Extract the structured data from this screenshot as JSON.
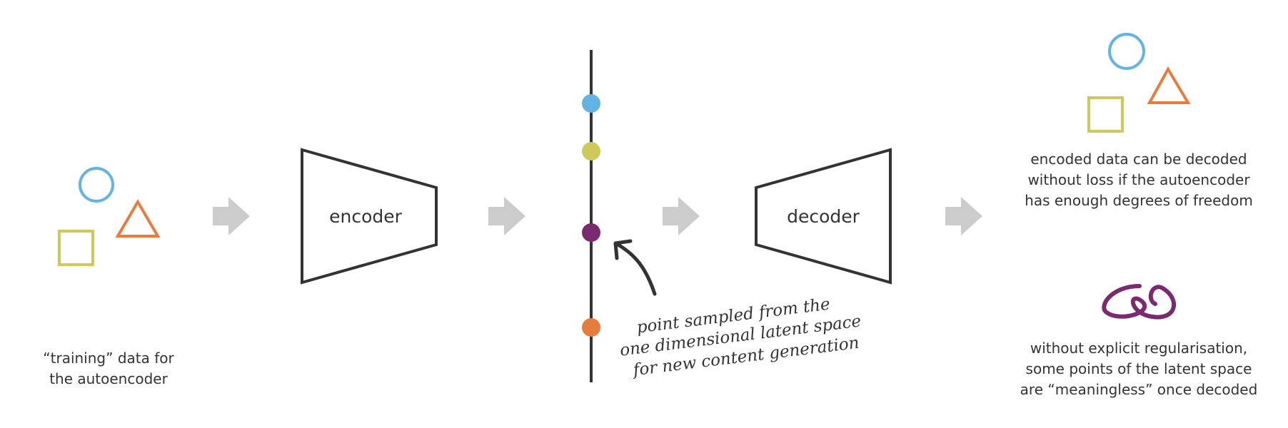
{
  "colors": {
    "blue": "#63b3e3",
    "orange": "#e67c3d",
    "olive": "#cfc95a",
    "purple": "#7a2b6f",
    "arrow": "#cccccc",
    "line": "#333333"
  },
  "encoder": {
    "label": "encoder"
  },
  "decoder": {
    "label": "decoder"
  },
  "captions": {
    "training": [
      "“training” data for",
      "the autoencoder"
    ],
    "decoded": [
      "encoded data can be decoded",
      "without loss if the autoencoder",
      "has enough degrees of freedom"
    ],
    "meaningless": [
      "without explicit regularisation,",
      "some points of the latent space",
      "are “meaningless” once decoded"
    ]
  },
  "annotation": [
    "point sampled from the",
    "one dimensional latent space",
    "for new content generation"
  ]
}
